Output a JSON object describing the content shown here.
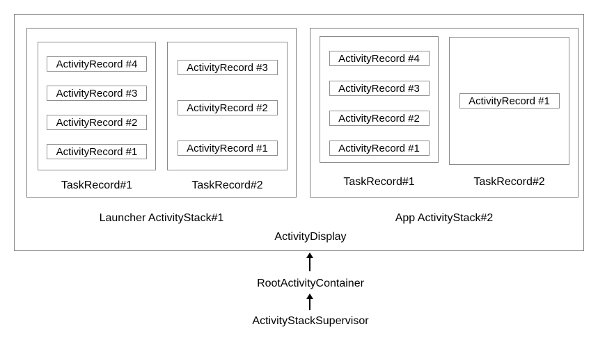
{
  "display": {
    "label": "ActivityDisplay",
    "stacks": [
      {
        "label": "Launcher ActivityStack#1",
        "tasks": [
          {
            "label": "TaskRecord#1",
            "records": [
              "ActivityRecord #4",
              "ActivityRecord #3",
              "ActivityRecord #2",
              "ActivityRecord #1"
            ]
          },
          {
            "label": "TaskRecord#2",
            "records": [
              "ActivityRecord #3",
              "ActivityRecord #2",
              "ActivityRecord #1"
            ]
          }
        ]
      },
      {
        "label": "App ActivityStack#2",
        "tasks": [
          {
            "label": "TaskRecord#1",
            "records": [
              "ActivityRecord #4",
              "ActivityRecord #3",
              "ActivityRecord #2",
              "ActivityRecord #1"
            ]
          },
          {
            "label": "TaskRecord#2",
            "records": [
              "ActivityRecord #1"
            ]
          }
        ]
      }
    ]
  },
  "hierarchy": {
    "root_container_label": "RootActivityContainer",
    "stack_supervisor_label": "ActivityStackSupervisor"
  },
  "colors": {
    "background": "#ffffff",
    "box_border": "#808080",
    "record_border": "#909090",
    "text": "#000000",
    "arrow": "#000000"
  }
}
